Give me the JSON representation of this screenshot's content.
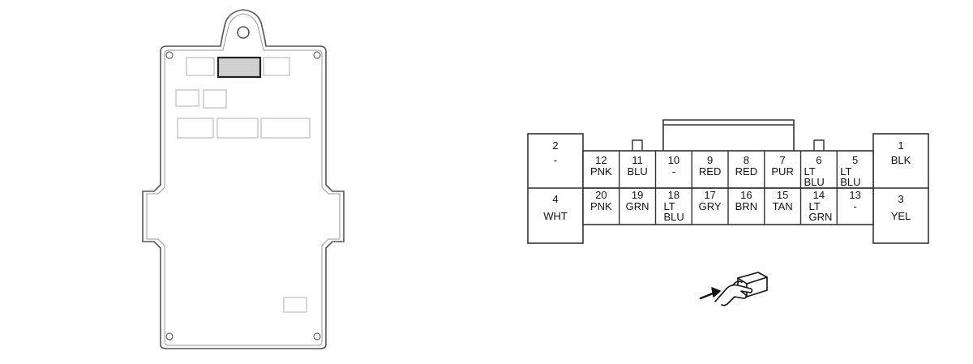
{
  "colors": {
    "board_outline": "#555555",
    "faded_outline": "#c4c4c4",
    "highlight_fill": "#d0d0d0",
    "highlight_stroke": "#222222",
    "connector_line": "#333333",
    "connector_fill": "#ffffff"
  },
  "connector": {
    "top_left": {
      "num": "2",
      "color": "-"
    },
    "bot_left": {
      "num": "4",
      "color": "WHT"
    },
    "top_right": {
      "num": "1",
      "color": "BLK"
    },
    "bot_right": {
      "num": "3",
      "color": "YEL"
    },
    "top_row": [
      {
        "num": "12",
        "color": "PNK"
      },
      {
        "num": "11",
        "color": "BLU"
      },
      {
        "num": "10",
        "color": "-"
      },
      {
        "num": "9",
        "color": "RED"
      },
      {
        "num": "8",
        "color": "RED"
      },
      {
        "num": "7",
        "color": "PUR"
      },
      {
        "num": "6",
        "color": "LT BLU"
      },
      {
        "num": "5",
        "color": "LT BLU"
      }
    ],
    "bottom_row": [
      {
        "num": "20",
        "color": "PNK"
      },
      {
        "num": "19",
        "color": "GRN"
      },
      {
        "num": "18",
        "color": "LT BLU"
      },
      {
        "num": "17",
        "color": "GRY"
      },
      {
        "num": "16",
        "color": "BRN"
      },
      {
        "num": "15",
        "color": "TAN"
      },
      {
        "num": "14",
        "color": "LT GRN"
      },
      {
        "num": "13",
        "color": "-"
      }
    ]
  },
  "icons": {
    "view_indicator": "hand-pointing-at-connector-icon"
  }
}
